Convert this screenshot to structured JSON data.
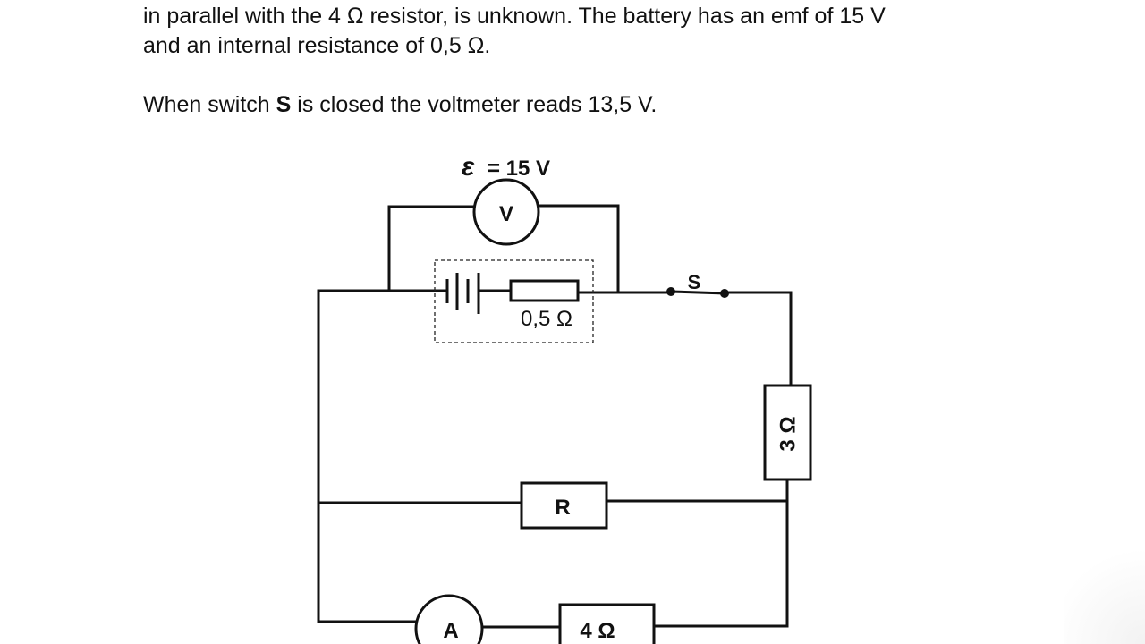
{
  "question": {
    "line1": "in parallel with the 4 Ω resistor, is unknown. The battery has an emf of 15 V",
    "line2": "and an internal resistance of 0,5 Ω.",
    "switch_sentence_before": "When switch ",
    "switch_name": "S",
    "switch_sentence_after": " is closed the voltmeter reads 13,5 V."
  },
  "circuit": {
    "emf_symbol": "ε",
    "emf_value": "= 15 V",
    "voltmeter_label": "V",
    "internal_resistance_label": "0,5 Ω",
    "switch_label": "S",
    "resistor_3_label": "3 Ω",
    "resistor_r_label": "R",
    "ammeter_label": "A",
    "resistor_4_label": "4 Ω"
  }
}
